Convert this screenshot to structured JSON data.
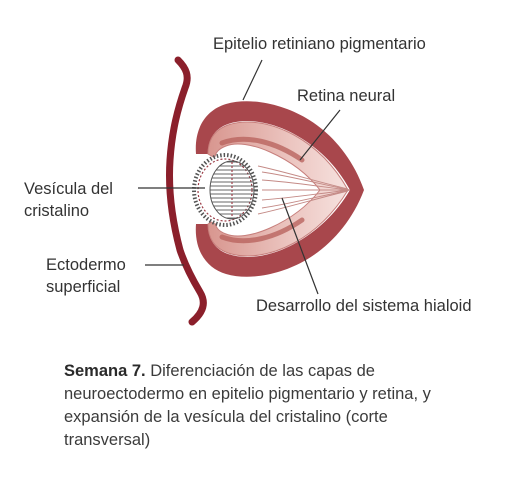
{
  "labels": {
    "epitelio": "Epitelio retiniano pigmentario",
    "retina": "Retina neural",
    "vesicula_line1": "Vesícula del",
    "vesicula_line2": "cristalino",
    "ecto_line1": "Ectodermo",
    "ecto_line2": "superficial",
    "desarrollo": "Desarrollo del sistema hialoid"
  },
  "caption": {
    "bold": "Semana 7.",
    "text": " Diferenciación de las capas de neuroectodermo en epitelio pigmentario y retina, y expansión de la vesícula del cristalino (corte transversal)"
  },
  "colors": {
    "ectoderm": "#8b1f2b",
    "outer_layer": "#a8474c",
    "retina_fill": "#e7b9b4",
    "retina_dark": "#c77f7c",
    "lens_hatch": "#555555",
    "leader": "#333333"
  }
}
